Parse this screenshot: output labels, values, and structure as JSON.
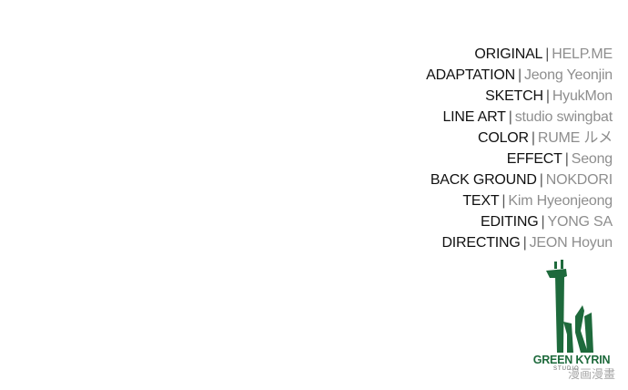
{
  "credits": [
    {
      "role": "ORIGINAL",
      "name": "HELP.ME"
    },
    {
      "role": "ADAPTATION",
      "name": "Jeong Yeonjin"
    },
    {
      "role": "SKETCH",
      "name": "HyukMon"
    },
    {
      "role": "LINE ART",
      "name": "studio swingbat"
    },
    {
      "role": "COLOR",
      "name": "RUME ルメ"
    },
    {
      "role": "EFFECT",
      "name": "Seong"
    },
    {
      "role": "BACK GROUND",
      "name": "NOKDORI"
    },
    {
      "role": "TEXT",
      "name": "Kim Hyeonjeong"
    },
    {
      "role": "EDITING",
      "name": "YONG SA"
    },
    {
      "role": "DIRECTING",
      "name": "JEON Hoyun"
    }
  ],
  "separator": "|",
  "logo": {
    "name": "GREEN KYRIN",
    "sub": "STUDIO",
    "color": "#1e6a3c"
  },
  "watermark": {
    "text": "漫画漫畫"
  }
}
